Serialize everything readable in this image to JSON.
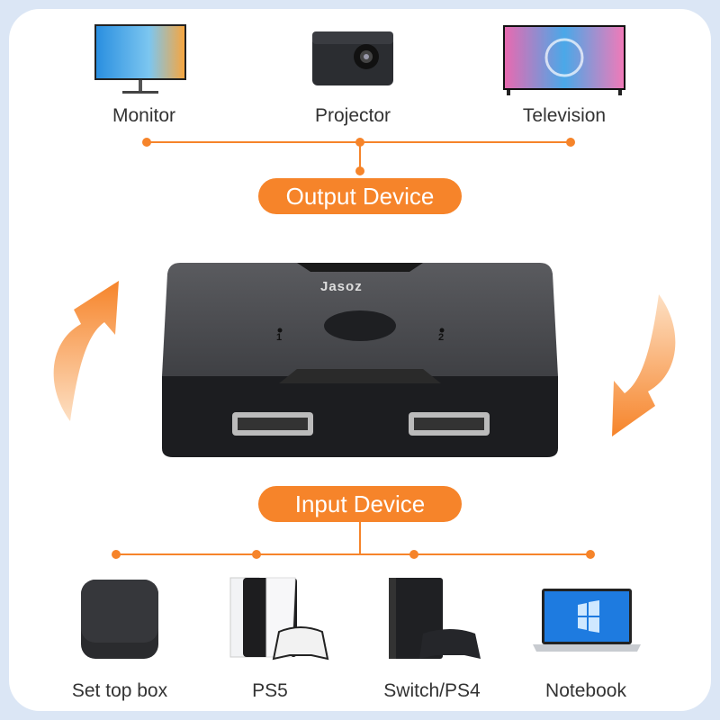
{
  "output": {
    "label": "Output Device",
    "devices": [
      {
        "name": "Monitor"
      },
      {
        "name": "Projector"
      },
      {
        "name": "Television"
      }
    ]
  },
  "input": {
    "label": "Input Device",
    "devices": [
      {
        "name": "Set top box"
      },
      {
        "name": "PS5"
      },
      {
        "name": "Switch/PS4"
      },
      {
        "name": "Notebook"
      }
    ]
  },
  "switch": {
    "brand": "Jasoz",
    "port1": "1",
    "port2": "2"
  },
  "colors": {
    "accent": "#f6842a",
    "background": "#dbe6f5"
  }
}
